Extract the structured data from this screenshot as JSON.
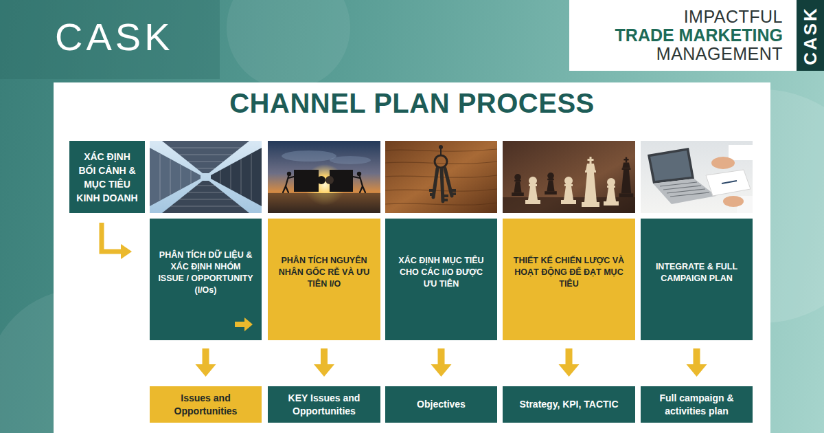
{
  "diagram": {
    "title": "CHANNEL PLAN PROCESS",
    "nodes": [
      {
        "text": [
          "IMPACTFUL",
          "TRADE MARKETING",
          "MANAGEMENT"
        ]
      },
      {
        "text": [
          "CASK"
        ],
        "in": 0
      },
      {
        "text": [
          "XÁC ĐỊNH BỐI CẢNH & MỤC TIÊU KINH DOANH"
        ]
      },
      {
        "text": [
          "PHÂN TÍCH DỮ LIỆU & XÁC ĐỊNH NHÓM ISSUE / OPPORTUNITY (I/Os)"
        ]
      },
      {
        "text": [
          "PHÂN TÍCH NGUYÊN NHÂN GỐC RỄ VÀ ƯU TIÊN I/O"
        ]
      },
      {
        "text": [
          "XÁC ĐỊNH MỤC TIÊU CHO CÁC I/O ĐƯỢC ƯU TIÊN"
        ]
      },
      {
        "text": [
          "THIẾT KẾ CHIẾN LƯỢC VÀ HOẠT ĐỘNG ĐỂ ĐẠT MỤC TIÊU"
        ]
      },
      {
        "text": [
          "INTEGRATE & FULL CAMPAIGN PLAN"
        ]
      },
      {
        "text": [
          "Issues and Opportunities"
        ]
      },
      {
        "text": [
          "KEY Issues and Opportunities"
        ]
      },
      {
        "text": [
          "Objectives"
        ]
      },
      {
        "text": [
          "Strategy, KPI, TACTIC"
        ]
      },
      {
        "text": [
          "Full campaign & activities plan"
        ]
      }
    ],
    "edges": [
      {
        "from": 2,
        "to": 3,
        "arrow": "to"
      },
      {
        "from": 3,
        "to": 8,
        "arrow": "to"
      },
      {
        "from": 4,
        "to": 9,
        "arrow": "to"
      },
      {
        "from": 5,
        "to": 10,
        "arrow": "to"
      },
      {
        "from": 6,
        "to": 11,
        "arrow": "to"
      },
      {
        "from": 7,
        "to": 12,
        "arrow": "to"
      }
    ],
    "labels": [
      "CASK"
    ]
  }
}
